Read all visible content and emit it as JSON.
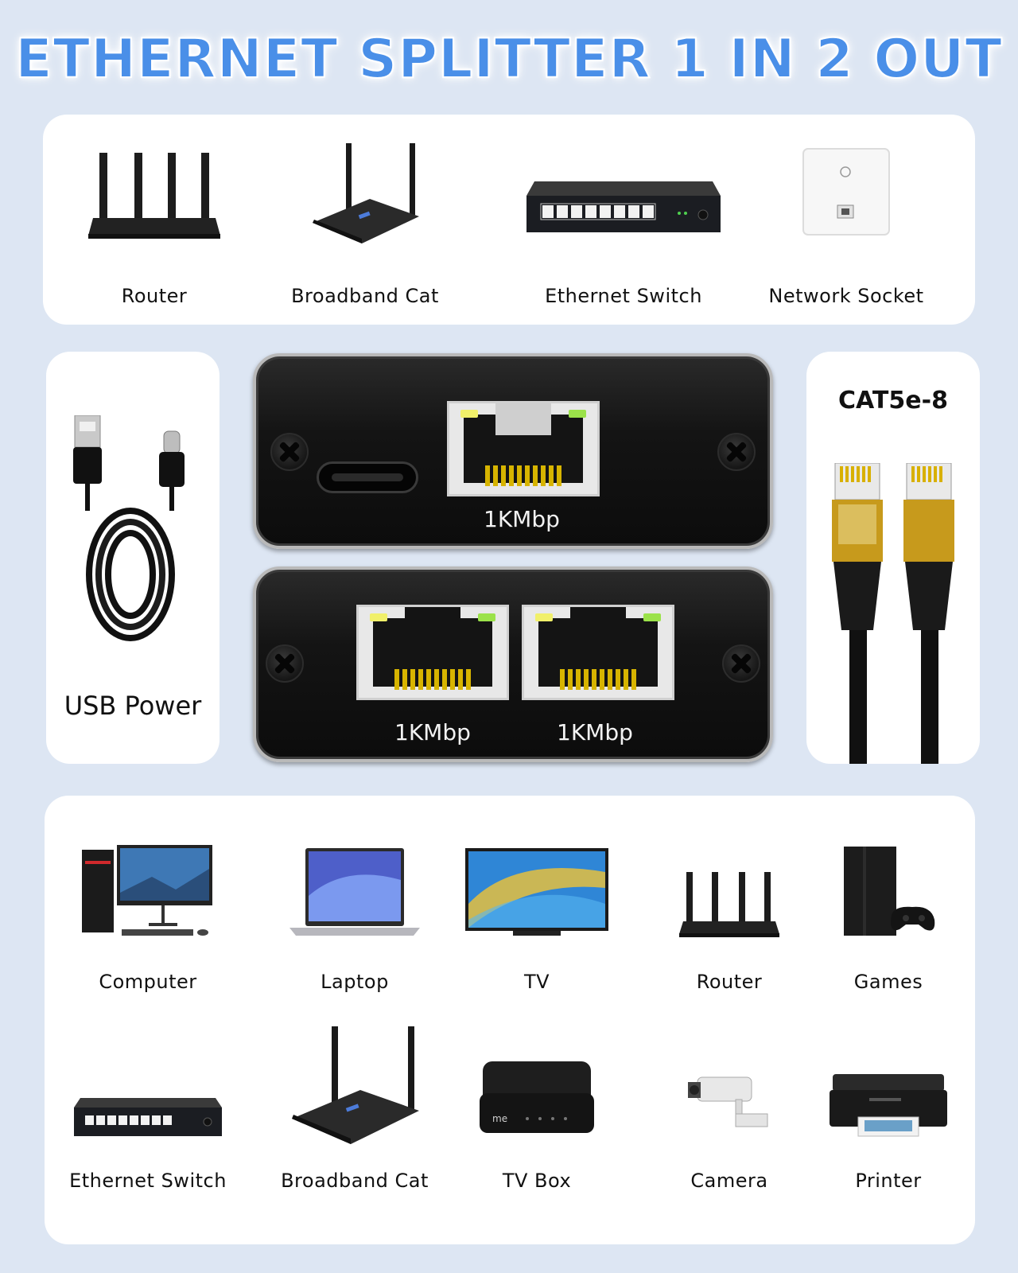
{
  "title": "ETHERNET SPLITTER 1 IN 2 OUT",
  "sources": [
    {
      "label": "Router",
      "icon": "router-icon"
    },
    {
      "label": "Broadband Cat",
      "icon": "broadband-modem-icon"
    },
    {
      "label": "Ethernet Switch",
      "icon": "ethernet-switch-icon"
    },
    {
      "label": "Network Socket",
      "icon": "network-socket-icon"
    }
  ],
  "usb": {
    "label": "USB Power",
    "icon": "usb-cable-icon"
  },
  "cable": {
    "label": "CAT5e-8",
    "icon": "ethernet-cable-icon"
  },
  "splitter": {
    "input_speed": "1KMbp",
    "output_speeds": [
      "1KMbp",
      "1KMbp"
    ]
  },
  "targets": [
    {
      "label": "Computer",
      "icon": "computer-icon"
    },
    {
      "label": "Laptop",
      "icon": "laptop-icon"
    },
    {
      "label": "TV",
      "icon": "tv-icon"
    },
    {
      "label": "Router",
      "icon": "router-icon"
    },
    {
      "label": "Games",
      "icon": "game-console-icon"
    },
    {
      "label": "Ethernet Switch",
      "icon": "ethernet-switch-icon"
    },
    {
      "label": "Broadband Cat",
      "icon": "broadband-modem-icon"
    },
    {
      "label": "TV Box",
      "icon": "tv-box-icon"
    },
    {
      "label": "Camera",
      "icon": "security-camera-icon"
    },
    {
      "label": "Printer",
      "icon": "printer-icon"
    }
  ],
  "colors": {
    "background": "#dde6f3",
    "title": "#4a8fe8",
    "panel": "#ffffff",
    "led_yellow": "#f1f06a",
    "led_green": "#9be24a",
    "pin_gold": "#d7b400"
  }
}
